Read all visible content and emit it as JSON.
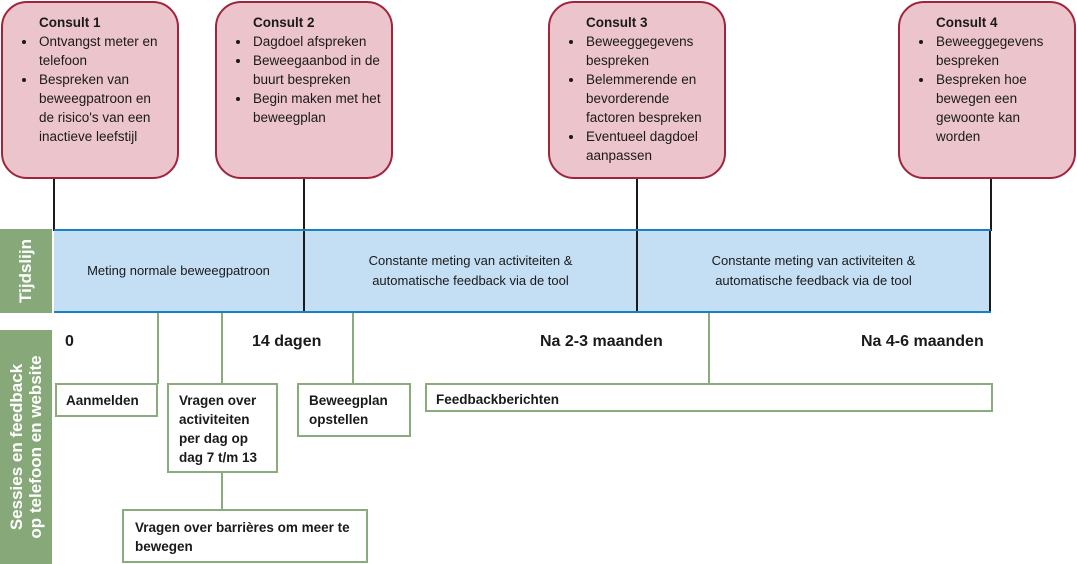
{
  "consults": [
    {
      "title": "Consult 1",
      "items": [
        "Ontvangst meter en telefoon",
        "Bespreken van beweegpatroon en de risico's van een inactieve leefstijl"
      ]
    },
    {
      "title": "Consult 2",
      "items": [
        "Dagdoel afspreken",
        "Beweegaanbod in de buurt bespreken",
        "Begin maken met het beweegplan"
      ]
    },
    {
      "title": "Consult 3",
      "items": [
        "Beweeggegevens bespreken",
        "Belemmerende en bevorderende factoren bespreken",
        "Eventueel dagdoel aanpassen"
      ]
    },
    {
      "title": "Consult 4",
      "items": [
        "Beweeggegevens bespreken",
        "Bespreken hoe bewegen een gewoonte kan worden"
      ]
    }
  ],
  "side_labels": {
    "tijdslijn": "Tijdslijn",
    "sessies_line1": "Sessies en feedback",
    "sessies_line2": "op telefoon en website"
  },
  "timeline": {
    "segments": [
      "Meting normale beweegpatroon",
      "Constante meting van activiteiten & automatische feedback via de tool",
      "Constante meting van activiteiten & automatische feedback via de tool"
    ]
  },
  "time_marks": [
    "0",
    "14 dagen",
    "Na 2-3 maanden",
    "Na 4-6 maanden"
  ],
  "sessions": [
    "Aanmelden",
    "Vragen over activiteiten per dag op dag 7 t/m 13",
    "Beweegplan opstellen",
    "Feedbackberichten",
    "Vragen over barrières om meer te bewegen"
  ],
  "colors": {
    "consult_fill": "#ecc4cb",
    "consult_border": "#a0243c",
    "timeline_fill": "#c4def4",
    "timeline_border": "#1a7fc4",
    "green": "#87a97a"
  }
}
